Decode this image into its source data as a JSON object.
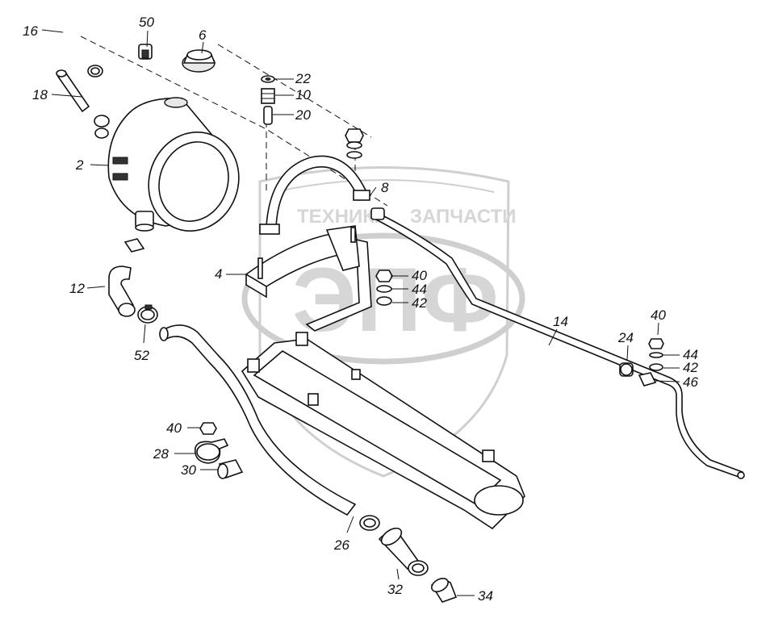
{
  "watermark": {
    "brand_text": "ТЕХНИКА",
    "brand_text_2": "ЗАПЧАСТИ",
    "logo_letters": "ЭПФ"
  },
  "callouts": [
    {
      "id": "16",
      "text": "16"
    },
    {
      "id": "50",
      "text": "50"
    },
    {
      "id": "6",
      "text": "6"
    },
    {
      "id": "22",
      "text": "22"
    },
    {
      "id": "10",
      "text": "10"
    },
    {
      "id": "20",
      "text": "20"
    },
    {
      "id": "18",
      "text": "18"
    },
    {
      "id": "2",
      "text": "2"
    },
    {
      "id": "8",
      "text": "8"
    },
    {
      "id": "4",
      "text": "4"
    },
    {
      "id": "40a",
      "text": "40"
    },
    {
      "id": "44a",
      "text": "44"
    },
    {
      "id": "42a",
      "text": "42"
    },
    {
      "id": "12",
      "text": "12"
    },
    {
      "id": "52",
      "text": "52"
    },
    {
      "id": "14",
      "text": "14"
    },
    {
      "id": "40b",
      "text": "40"
    },
    {
      "id": "24",
      "text": "24"
    },
    {
      "id": "44b",
      "text": "44"
    },
    {
      "id": "42b",
      "text": "42"
    },
    {
      "id": "46",
      "text": "46"
    },
    {
      "id": "40c",
      "text": "40"
    },
    {
      "id": "28",
      "text": "28"
    },
    {
      "id": "30",
      "text": "30"
    },
    {
      "id": "26",
      "text": "26"
    },
    {
      "id": "32",
      "text": "32"
    },
    {
      "id": "34",
      "text": "34"
    }
  ]
}
